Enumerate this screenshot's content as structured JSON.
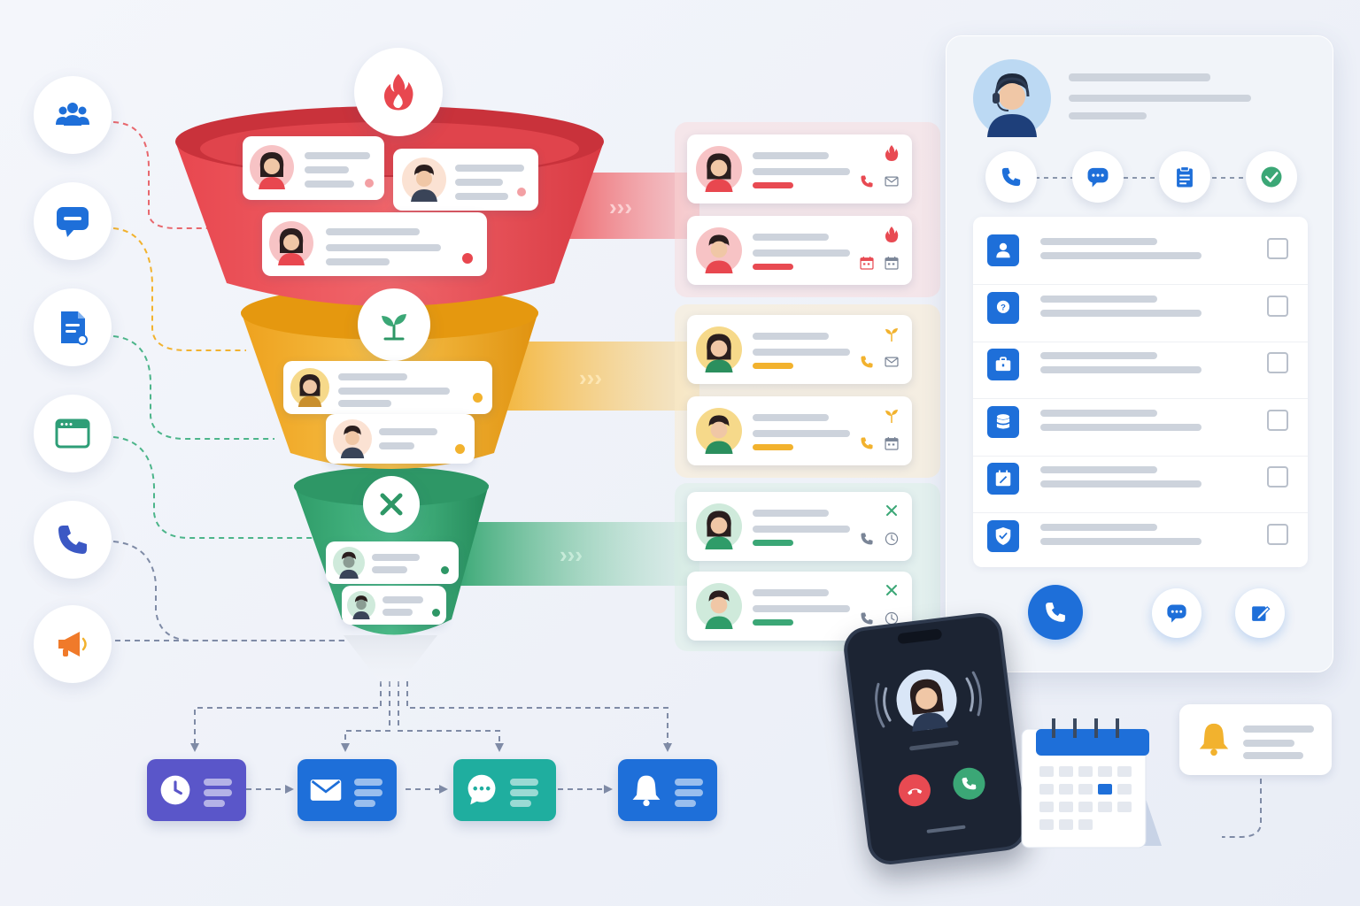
{
  "colors": {
    "hot": "#e84a52",
    "warm": "#f2b22e",
    "cold": "#3ba776",
    "primary": "#1e6fd9",
    "purple": "#5a56c9",
    "teal": "#1fae9f",
    "dark_phone": "#1c2433"
  },
  "sources": [
    {
      "icon": "users-icon"
    },
    {
      "icon": "chat-bubble-icon"
    },
    {
      "icon": "form-document-icon"
    },
    {
      "icon": "browser-window-icon"
    },
    {
      "icon": "phone-icon"
    },
    {
      "icon": "megaphone-icon"
    }
  ],
  "funnel_stages": [
    {
      "icon": "flame-icon",
      "color": "#e84a52"
    },
    {
      "icon": "sprout-icon",
      "color": "#f2b22e"
    },
    {
      "icon": "close-x-icon",
      "color": "#3ba776"
    }
  ],
  "lead_cards": [
    {
      "stage": "hot",
      "status_icon": "flame-icon",
      "action_icons": [
        "phone-icon",
        "mail-icon"
      ]
    },
    {
      "stage": "hot",
      "status_icon": "flame-icon",
      "action_icons": [
        "calendar-icon",
        "calendar-icon"
      ]
    },
    {
      "stage": "warm",
      "status_icon": "sprout-icon",
      "action_icons": [
        "phone-icon",
        "mail-icon"
      ]
    },
    {
      "stage": "warm",
      "status_icon": "sprout-icon",
      "action_icons": [
        "phone-icon",
        "calendar-icon"
      ]
    },
    {
      "stage": "cold",
      "status_icon": "close-x-icon",
      "action_icons": [
        "phone-icon",
        "clock-icon"
      ]
    },
    {
      "stage": "cold",
      "status_icon": "close-x-icon",
      "action_icons": [
        "phone-icon",
        "clock-icon"
      ]
    }
  ],
  "agent_panel": {
    "avatar_icon": "headset-agent-icon",
    "progress_steps": [
      {
        "icon": "phone-icon"
      },
      {
        "icon": "chat-bubble-icon"
      },
      {
        "icon": "clipboard-icon"
      },
      {
        "icon": "check-circle-icon"
      }
    ],
    "checklist": [
      {
        "icon": "user-icon",
        "checked": false
      },
      {
        "icon": "question-icon",
        "checked": false
      },
      {
        "icon": "briefcase-icon",
        "checked": false
      },
      {
        "icon": "database-icon",
        "checked": false
      },
      {
        "icon": "calendar-edit-icon",
        "checked": false
      },
      {
        "icon": "shield-check-icon",
        "checked": false
      }
    ],
    "actions": [
      {
        "icon": "phone-icon"
      },
      {
        "icon": "chat-bubble-icon"
      },
      {
        "icon": "edit-icon"
      }
    ]
  },
  "automation_flow": [
    {
      "icon": "clock-icon",
      "color": "#5a56c9"
    },
    {
      "icon": "mail-icon",
      "color": "#1e6fd9"
    },
    {
      "icon": "chat-bubble-icon",
      "color": "#1fae9f"
    },
    {
      "icon": "bell-icon",
      "color": "#1e6fd9"
    }
  ],
  "phone_call": {
    "caller_icon": "caller-avatar-icon",
    "decline_icon": "hangup-icon",
    "accept_icon": "phone-icon"
  },
  "calendar": {
    "icon": "calendar-icon"
  },
  "notification": {
    "icon": "bell-icon"
  }
}
